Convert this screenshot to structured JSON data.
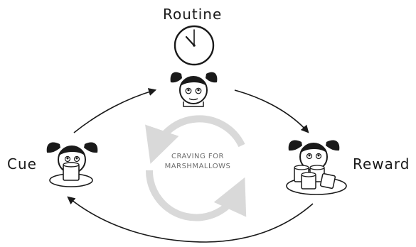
{
  "diagram": {
    "nodes": {
      "routine": {
        "label": "Routine"
      },
      "cue": {
        "label": "Cue"
      },
      "reward": {
        "label": "Reward"
      }
    },
    "center": {
      "line1": "CRAVING FOR",
      "line2": "MARSHMALLOWS"
    },
    "colors": {
      "ink": "#1a1a1a",
      "center_ring": "#d9d9d9",
      "center_text": "#6d6d6d"
    }
  }
}
